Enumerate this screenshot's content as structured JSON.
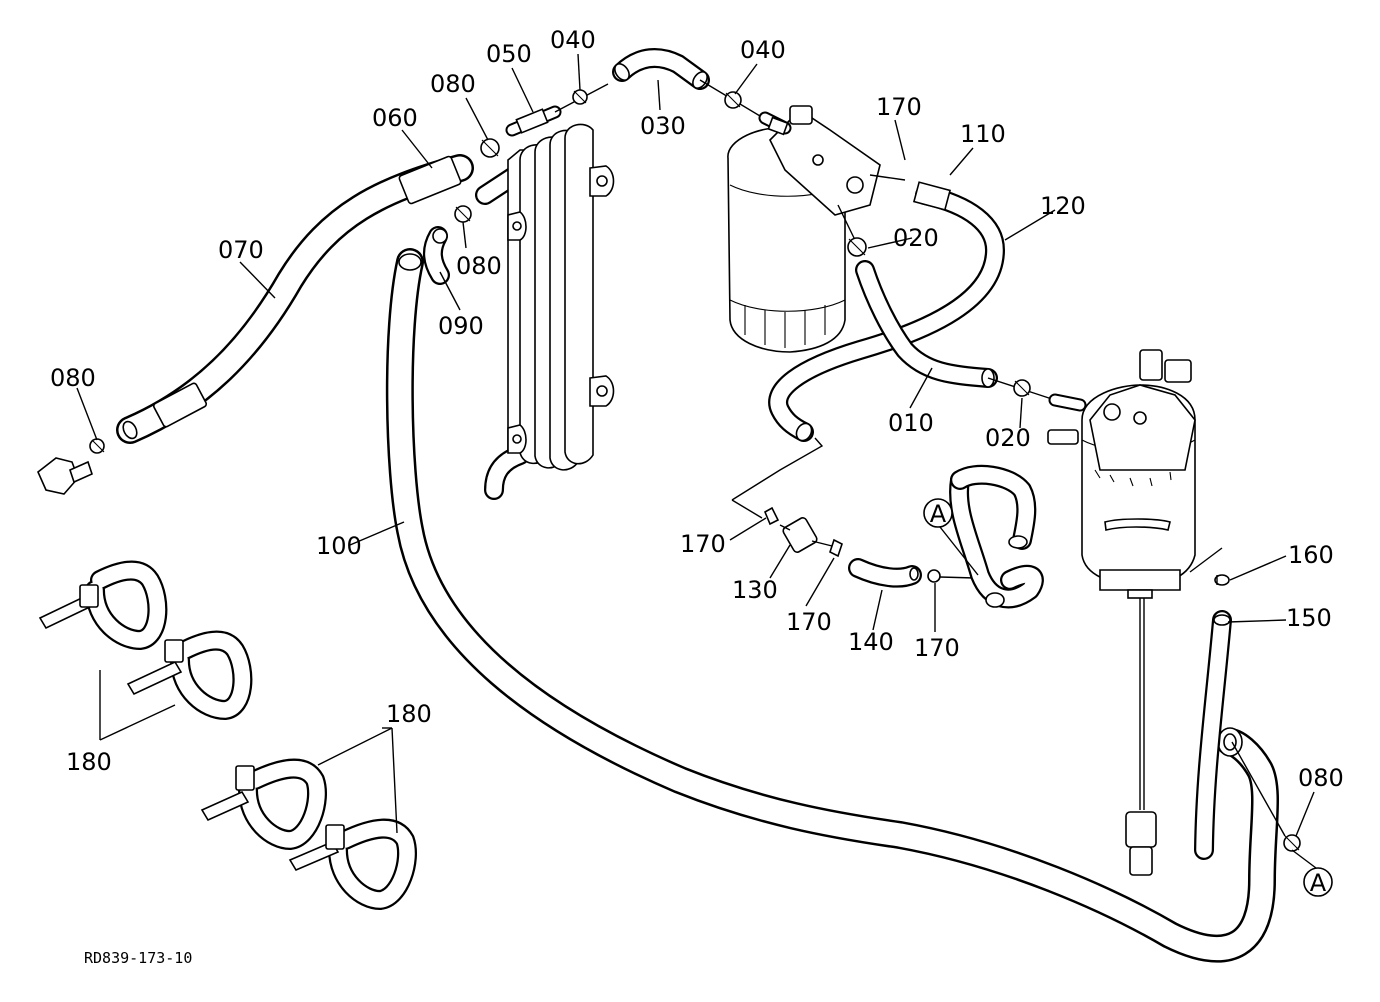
{
  "figure_code": "RD839-173-10",
  "labels": {
    "l010": "010",
    "l020a": "020",
    "l020b": "020",
    "l030": "030",
    "l040a": "040",
    "l040b": "040",
    "l050": "050",
    "l060": "060",
    "l070": "070",
    "l080a": "080",
    "l080b": "080",
    "l080c": "080",
    "l080d": "080",
    "l090": "090",
    "l100": "100",
    "l110": "110",
    "l120": "120",
    "l130": "130",
    "l140": "140",
    "l150": "150",
    "l160": "160",
    "l170a": "170",
    "l170b": "170",
    "l170c": "170",
    "l170d": "170",
    "l180a": "180",
    "l180b": "180"
  },
  "callouts": {
    "ref_a1": "A",
    "ref_a2": "A"
  }
}
